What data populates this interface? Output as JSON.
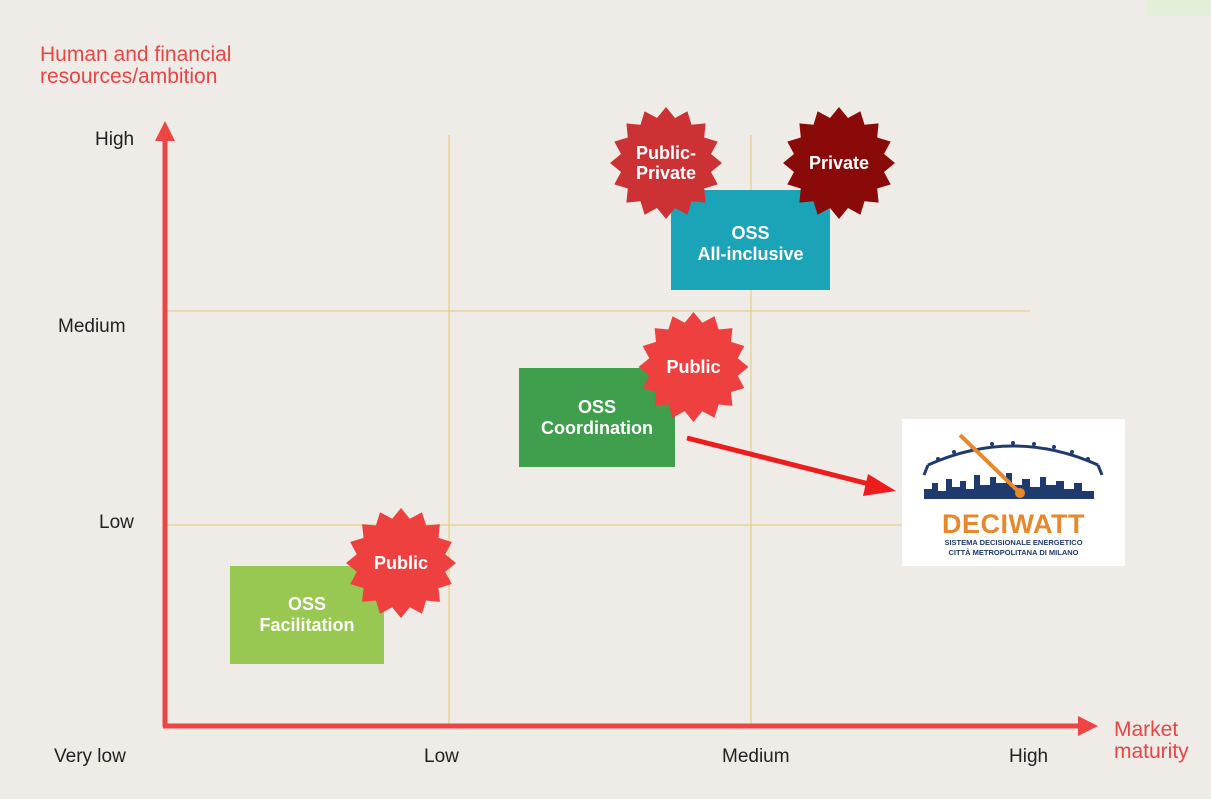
{
  "diagram": {
    "y_axis_title": [
      "Human and financial",
      "resources/ambition"
    ],
    "x_axis_title": [
      "Market",
      "maturity"
    ],
    "y_ticks": [
      "High",
      "Medium",
      "Low"
    ],
    "x_ticks": [
      "Very low",
      "Low",
      "Medium",
      "High"
    ],
    "boxes": [
      {
        "id": "facilitation",
        "lines": [
          "OSS",
          "Facilitation"
        ],
        "color": "#98c752",
        "badge": "Public",
        "badge_color": "#ef4040"
      },
      {
        "id": "coordination",
        "lines": [
          "OSS",
          "Coordination"
        ],
        "color": "#3f9f4d",
        "badge": "Public",
        "badge_color": "#ef4040"
      },
      {
        "id": "all_inclusive",
        "lines": [
          "OSS",
          "All-inclusive"
        ],
        "color": "#1ba3b7"
      }
    ],
    "extra_badges": [
      {
        "id": "public_private",
        "lines": [
          "Public-",
          "Private"
        ],
        "color": "#cc3233"
      },
      {
        "id": "private",
        "lines": [
          "Private"
        ],
        "color": "#8a0a0a"
      }
    ],
    "logo": {
      "title": "DECIWATT",
      "subtitle_line1": "SISTEMA DECISIONALE ENERGETICO",
      "subtitle_line2": "CITTÀ METROPOLITANA DI MILANO"
    },
    "colors": {
      "axis": "#ef4444",
      "grid": "#e6c76e",
      "logo_orange": "#e8882a",
      "logo_blue": "#1e3a6e"
    }
  }
}
